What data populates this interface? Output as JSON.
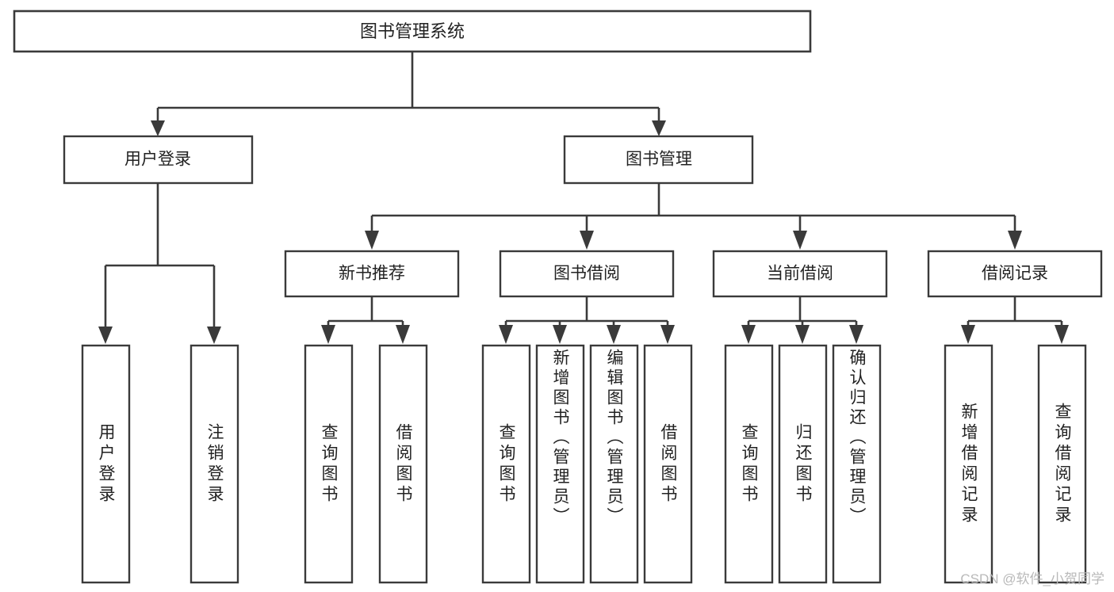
{
  "diagram": {
    "title": "图书管理系统",
    "watermark": "CSDN @软件_小贺同学",
    "levels": {
      "root": {
        "label": "图书管理系统"
      },
      "level2": [
        {
          "label": "用户登录"
        },
        {
          "label": "图书管理"
        }
      ],
      "level3": [
        {
          "label": "新书推荐"
        },
        {
          "label": "图书借阅"
        },
        {
          "label": "当前借阅"
        },
        {
          "label": "借阅记录"
        }
      ],
      "leaves": {
        "user_login": [
          {
            "label": "用户登录"
          },
          {
            "label": "注销登录"
          }
        ],
        "new_book_recommend": [
          {
            "label": "查询图书"
          },
          {
            "label": "借阅图书"
          }
        ],
        "book_borrow": [
          {
            "label": "查询图书"
          },
          {
            "label": "新增图书（管理员）"
          },
          {
            "label": "编辑图书（管理员）"
          },
          {
            "label": "借阅图书"
          }
        ],
        "current_borrow": [
          {
            "label": "查询图书"
          },
          {
            "label": "归还图书"
          },
          {
            "label": "确认归还（管理员）"
          }
        ],
        "borrow_record": [
          {
            "label": "新增借阅记录"
          },
          {
            "label": "查询借阅记录"
          }
        ]
      }
    },
    "colors": {
      "stroke": "#3a3a3a",
      "box_fill": "#ffffff",
      "text": "#222222",
      "watermark": "#b9b9b9",
      "background": "#ffffff"
    }
  }
}
